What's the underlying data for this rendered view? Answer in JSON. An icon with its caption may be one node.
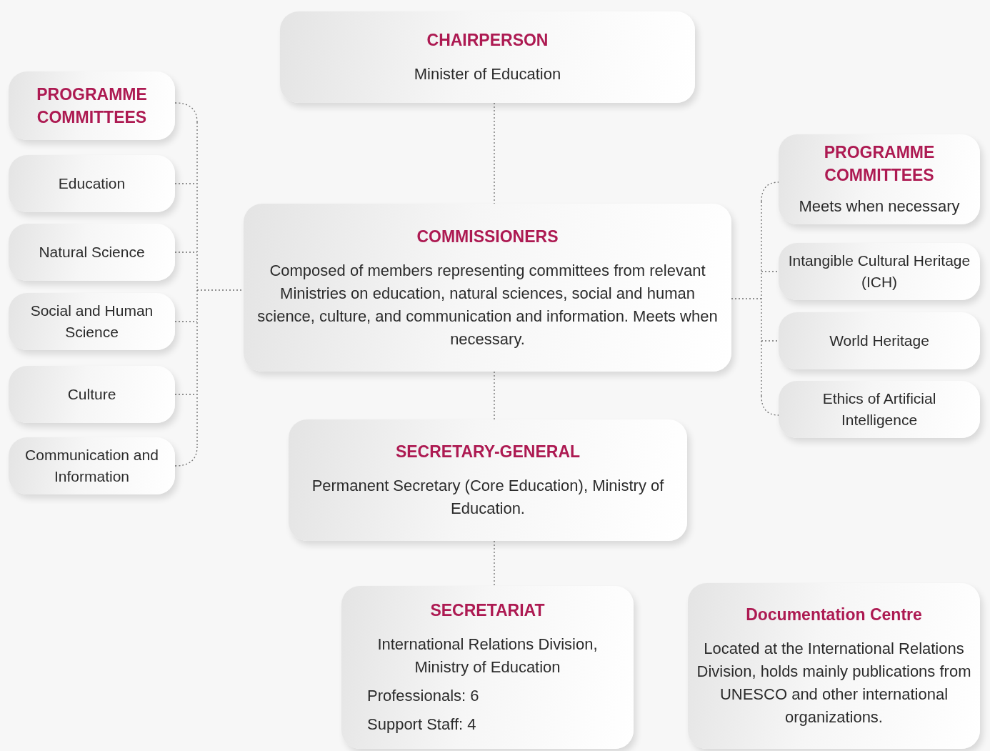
{
  "diagram": {
    "nodes": [
      {
        "text": [
          "CHAIRPERSON",
          "Minister of Education"
        ]
      },
      {
        "text": [
          "PROGRAMME COMMITTEES"
        ]
      },
      {
        "text": [
          "Education"
        ]
      },
      {
        "text": [
          "Natural Science"
        ]
      },
      {
        "text": [
          "Social and Human Science"
        ]
      },
      {
        "text": [
          "Culture"
        ]
      },
      {
        "text": [
          "Communication and Information"
        ]
      },
      {
        "text": [
          "COMMISSIONERS",
          "Composed of members representing committees from relevant Ministries on education, natural sciences, social and human science, culture, and communication and information. Meets when necessary."
        ]
      },
      {
        "text": [
          "PROGRAMME COMMITTEES",
          "Meets when necessary"
        ]
      },
      {
        "text": [
          "Intangible Cultural Heritage (ICH)"
        ]
      },
      {
        "text": [
          "World Heritage"
        ]
      },
      {
        "text": [
          "Ethics of Artificial Intelligence"
        ]
      },
      {
        "text": [
          "SECRETARY-GENERAL",
          "Permanent Secretary (Core Education), Ministry of Education."
        ]
      },
      {
        "text": [
          "SECRETARIAT",
          "International Relations Division, Ministry of Education",
          "Professionals: 6",
          "Support Staff: 4"
        ]
      },
      {
        "text": [
          "Documentation Centre",
          "Located at the International Relations Division, holds mainly publications from UNESCO and other international organizations."
        ]
      }
    ],
    "edges": [
      {
        "from": 0,
        "to": 7,
        "arrow": "none",
        "style": "dashed"
      },
      {
        "from": 1,
        "to": 7,
        "arrow": "none",
        "style": "dashed"
      },
      {
        "from": 2,
        "to": 7,
        "arrow": "none",
        "style": "dashed"
      },
      {
        "from": 3,
        "to": 7,
        "arrow": "none",
        "style": "dashed"
      },
      {
        "from": 4,
        "to": 7,
        "arrow": "none",
        "style": "dashed"
      },
      {
        "from": 5,
        "to": 7,
        "arrow": "none",
        "style": "dashed"
      },
      {
        "from": 6,
        "to": 7,
        "arrow": "none",
        "style": "dashed"
      },
      {
        "from": 7,
        "to": 8,
        "arrow": "none",
        "style": "dashed"
      },
      {
        "from": 7,
        "to": 9,
        "arrow": "none",
        "style": "dashed"
      },
      {
        "from": 7,
        "to": 10,
        "arrow": "none",
        "style": "dashed"
      },
      {
        "from": 7,
        "to": 11,
        "arrow": "none",
        "style": "dashed"
      },
      {
        "from": 7,
        "to": 12,
        "arrow": "none",
        "style": "dashed"
      },
      {
        "from": 12,
        "to": 13,
        "arrow": "none",
        "style": "dashed"
      }
    ]
  }
}
